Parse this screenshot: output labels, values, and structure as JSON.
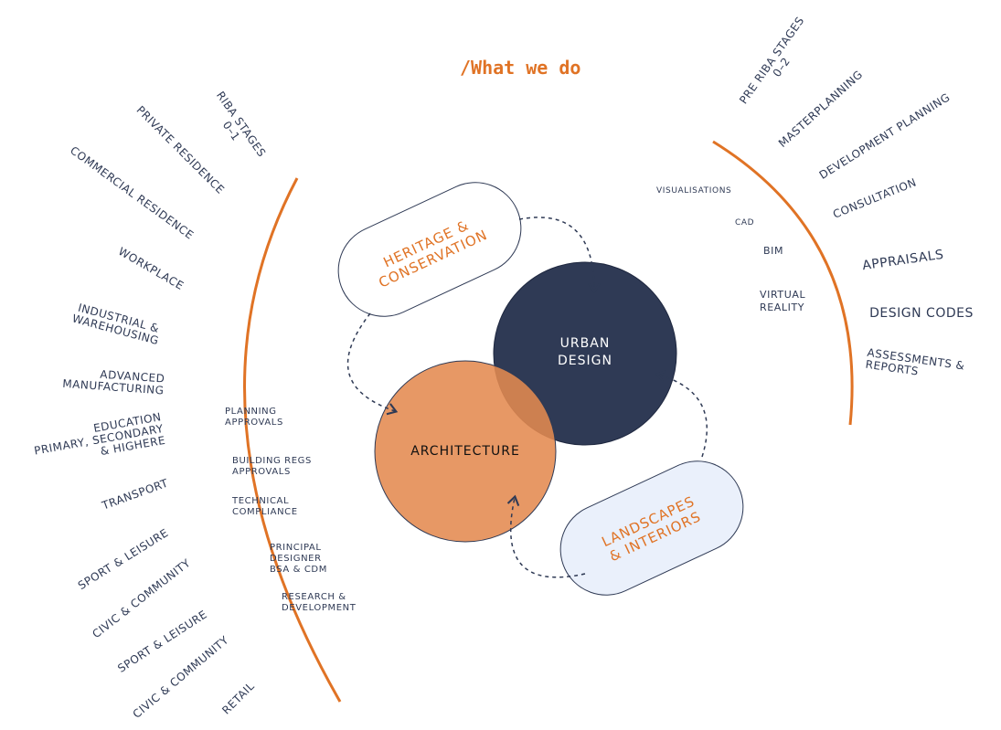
{
  "title": "/What we do",
  "colors": {
    "navy": "#2f3a55",
    "orange": "#e07325",
    "circle_orange": "#e48a50",
    "pill_fill": "#eaf0fb"
  },
  "core": {
    "urban_design": "Urban\nDesign",
    "architecture": "Architecture",
    "heritage": "Heritage &\nConservation",
    "landscapes": "Landscapes\n& Interiors"
  },
  "left_sectors": [
    "RIBA Stages\n0–1",
    "Private Residence",
    "Commercial Residence",
    "Workplace",
    "Industrial &\nWarehousing",
    "Advanced\nManufacturing",
    "Education\nPrimary, Secondary\n& Highere",
    "Transport",
    "Sport & Leisure",
    "Civic & Community",
    "Sport & Leisure",
    "Civic & Community",
    "Retail"
  ],
  "left_services": [
    "Planning\nApprovals",
    "Building Regs\nApprovals",
    "Technical\nCompliance",
    "Principal\nDesigner\nBSA & CDM",
    "Research &\nDevelopment"
  ],
  "right_sectors": [
    "Pre RIBA Stages\n0–2",
    "Masterplanning",
    "Development Planning",
    "Consultation",
    "Appraisals",
    "Design Codes",
    "Assessments &\nReports"
  ],
  "right_services": [
    "Visualisations",
    "CAD",
    "BIM",
    "Virtual\nReality"
  ]
}
